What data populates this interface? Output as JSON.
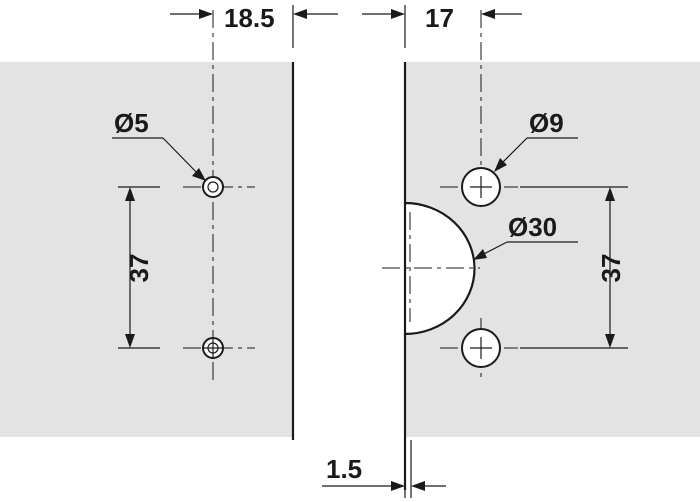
{
  "dimensions": {
    "top_left_width": "18.5",
    "top_right_width": "17",
    "left_hole_diameter": "Ø5",
    "right_hole_diameter": "Ø9",
    "cup_diameter": "Ø30",
    "left_spacing": "37",
    "right_spacing": "37",
    "gap": "1.5"
  },
  "colors": {
    "panel": "#e3e3e3",
    "line": "#1a1a1a",
    "background": "#ffffff"
  }
}
